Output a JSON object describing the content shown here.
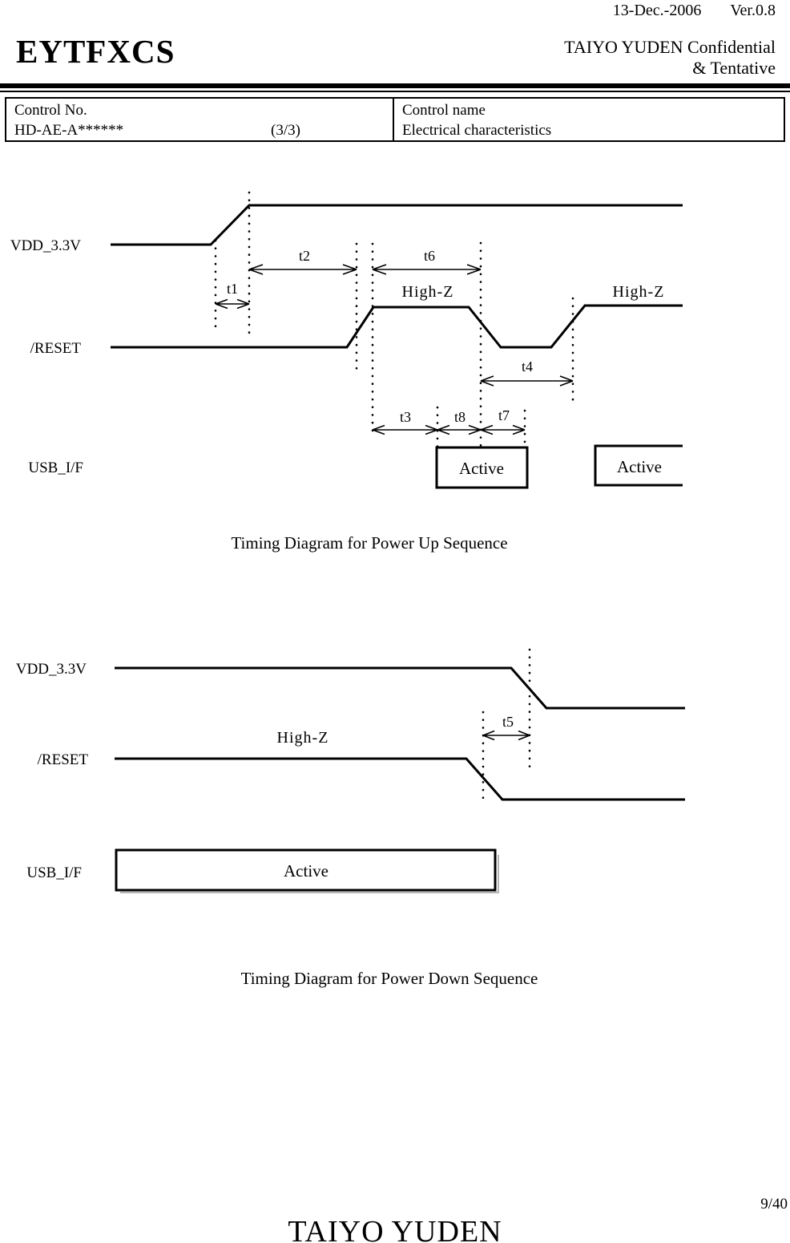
{
  "header": {
    "date": "13-Dec.-2006",
    "version": "Ver.0.8",
    "product_code": "EYTFXCS",
    "confidential_line1": "TAIYO YUDEN Confidential",
    "confidential_line2": "& Tentative"
  },
  "control_table": {
    "control_no_label": "Control No.",
    "control_no_value": "HD-AE-A******",
    "sheet_fraction": "(3/3)",
    "control_name_label": "Control name",
    "control_name_value": "Electrical characteristics"
  },
  "power_up": {
    "signal_vdd": "VDD_3.3V",
    "signal_reset": "/RESET",
    "signal_usb": "USB_I/F",
    "t1": "t1",
    "t2": "t2",
    "t3": "t3",
    "t4": "t4",
    "t6": "t6",
    "t7": "t7",
    "t8": "t8",
    "highz_mid": "High-Z",
    "highz_right": "High-Z",
    "active1": "Active",
    "active2": "Active",
    "caption": "Timing Diagram for Power Up Sequence"
  },
  "power_down": {
    "signal_vdd": "VDD_3.3V",
    "signal_reset": "/RESET",
    "signal_usb": "USB_I/F",
    "t5": "t5",
    "highz": "High-Z",
    "active": "Active",
    "caption": "Timing Diagram for Power Down Sequence"
  },
  "footer": {
    "page_number": "9/40",
    "company": "TAIYO YUDEN"
  }
}
